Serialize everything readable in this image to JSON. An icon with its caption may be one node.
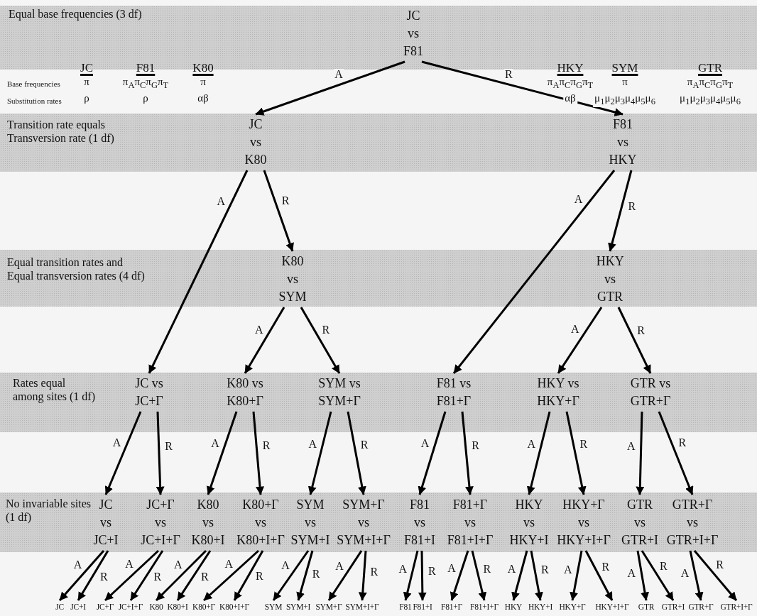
{
  "diagram": {
    "nodes": [
      {
        "text": [
          "Equal base frequencies (3 df)"
        ]
      },
      {
        "text": [
          "JC vs F81"
        ],
        "in": 0
      },
      {
        "text": [
          "Transition rate equals Transversion rate (1 df)"
        ]
      },
      {
        "text": [
          "JC vs K80"
        ],
        "in": 2
      },
      {
        "text": [
          "F81 vs HKY"
        ],
        "in": 2
      },
      {
        "text": [
          "Equal transition rates and Equal transversion rates (4 df)"
        ]
      },
      {
        "text": [
          "K80 vs SYM"
        ],
        "in": 5
      },
      {
        "text": [
          "HKY vs GTR"
        ],
        "in": 5
      },
      {
        "text": [
          "Rates equal among sites (1 df)"
        ]
      },
      {
        "text": [
          "JC vs JC+Γ"
        ],
        "in": 8
      },
      {
        "text": [
          "K80 vs K80+Γ"
        ],
        "in": 8
      },
      {
        "text": [
          "SYM vs SYM+Γ"
        ],
        "in": 8
      },
      {
        "text": [
          "F81 vs F81+Γ"
        ],
        "in": 8
      },
      {
        "text": [
          "HKY vs HKY+Γ"
        ],
        "in": 8
      },
      {
        "text": [
          "GTR vs GTR+Γ"
        ],
        "in": 8
      },
      {
        "text": [
          "No invariable sites (1 df)"
        ]
      },
      {
        "text": [
          "JC vs JC+I"
        ],
        "in": 15
      },
      {
        "text": [
          "JC+Γ vs JC+I+Γ"
        ],
        "in": 15
      },
      {
        "text": [
          "K80 vs K80+I"
        ],
        "in": 15
      },
      {
        "text": [
          "K80+Γ vs K80+I+Γ"
        ],
        "in": 15
      },
      {
        "text": [
          "SYM vs SYM+I"
        ],
        "in": 15
      },
      {
        "text": [
          "SYM+Γ vs SYM+I+Γ"
        ],
        "in": 15
      },
      {
        "text": [
          "F81 vs F81+I"
        ],
        "in": 15
      },
      {
        "text": [
          "F81+Γ vs F81+I+Γ"
        ],
        "in": 15
      },
      {
        "text": [
          "HKY vs HKY+I"
        ],
        "in": 15
      },
      {
        "text": [
          "HKY+Γ vs HKY+I+Γ"
        ],
        "in": 15
      },
      {
        "text": [
          "GTR vs GTR+I"
        ],
        "in": 15
      },
      {
        "text": [
          "GTR+Γ vs GTR+I+Γ"
        ],
        "in": 15
      },
      {
        "text": [
          "JC"
        ]
      },
      {
        "text": [
          "JC+I"
        ]
      },
      {
        "text": [
          "JC+Γ"
        ]
      },
      {
        "text": [
          "JC+I+Γ"
        ]
      },
      {
        "text": [
          "K80"
        ]
      },
      {
        "text": [
          "K80+I"
        ]
      },
      {
        "text": [
          "K80+Γ"
        ]
      },
      {
        "text": [
          "K80+I+Γ"
        ]
      },
      {
        "text": [
          "SYM"
        ]
      },
      {
        "text": [
          "SYM+I"
        ]
      },
      {
        "text": [
          "SYM+Γ"
        ]
      },
      {
        "text": [
          "SYM+I+Γ"
        ]
      },
      {
        "text": [
          "F81"
        ]
      },
      {
        "text": [
          "F81+I"
        ]
      },
      {
        "text": [
          "F81+Γ"
        ]
      },
      {
        "text": [
          "F81+I+Γ"
        ]
      },
      {
        "text": [
          "HKY"
        ]
      },
      {
        "text": [
          "HKY+I"
        ]
      },
      {
        "text": [
          "HKY+Γ"
        ]
      },
      {
        "text": [
          "HKY+I+Γ"
        ]
      },
      {
        "text": [
          "GTR"
        ]
      },
      {
        "text": [
          "GTR+I"
        ]
      },
      {
        "text": [
          "GTR+Γ"
        ]
      },
      {
        "text": [
          "GTR+I+Γ"
        ]
      }
    ],
    "edges": [
      {
        "from": 1,
        "to": 3,
        "arrow": "to",
        "label": "A"
      },
      {
        "from": 1,
        "to": 4,
        "arrow": "to",
        "label": "R"
      },
      {
        "from": 3,
        "to": 9,
        "arrow": "to",
        "label": "A"
      },
      {
        "from": 3,
        "to": 6,
        "arrow": "to",
        "label": "R"
      },
      {
        "from": 4,
        "to": 12,
        "arrow": "to",
        "label": "A"
      },
      {
        "from": 4,
        "to": 7,
        "arrow": "to",
        "label": "R"
      },
      {
        "from": 6,
        "to": 10,
        "arrow": "to",
        "label": "A"
      },
      {
        "from": 6,
        "to": 11,
        "arrow": "to",
        "label": "R"
      },
      {
        "from": 7,
        "to": 13,
        "arrow": "to",
        "label": "A"
      },
      {
        "from": 7,
        "to": 14,
        "arrow": "to",
        "label": "R"
      },
      {
        "from": 9,
        "to": 16,
        "arrow": "to",
        "label": "A"
      },
      {
        "from": 9,
        "to": 17,
        "arrow": "to",
        "label": "R"
      },
      {
        "from": 10,
        "to": 18,
        "arrow": "to",
        "label": "A"
      },
      {
        "from": 10,
        "to": 19,
        "arrow": "to",
        "label": "R"
      },
      {
        "from": 11,
        "to": 20,
        "arrow": "to",
        "label": "A"
      },
      {
        "from": 11,
        "to": 21,
        "arrow": "to",
        "label": "R"
      },
      {
        "from": 12,
        "to": 22,
        "arrow": "to",
        "label": "A"
      },
      {
        "from": 12,
        "to": 23,
        "arrow": "to",
        "label": "R"
      },
      {
        "from": 13,
        "to": 24,
        "arrow": "to",
        "label": "A"
      },
      {
        "from": 13,
        "to": 25,
        "arrow": "to",
        "label": "R"
      },
      {
        "from": 14,
        "to": 26,
        "arrow": "to",
        "label": "A"
      },
      {
        "from": 14,
        "to": 27,
        "arrow": "to",
        "label": "R"
      },
      {
        "from": 16,
        "to": 28,
        "arrow": "to",
        "label": "A"
      },
      {
        "from": 16,
        "to": 29,
        "arrow": "to",
        "label": "R"
      },
      {
        "from": 17,
        "to": 30,
        "arrow": "to",
        "label": "A"
      },
      {
        "from": 17,
        "to": 31,
        "arrow": "to",
        "label": "R"
      },
      {
        "from": 18,
        "to": 32,
        "arrow": "to",
        "label": "A"
      },
      {
        "from": 18,
        "to": 33,
        "arrow": "to",
        "label": "R"
      },
      {
        "from": 19,
        "to": 34,
        "arrow": "to",
        "label": "A"
      },
      {
        "from": 19,
        "to": 35,
        "arrow": "to",
        "label": "R"
      },
      {
        "from": 20,
        "to": 36,
        "arrow": "to",
        "label": "A"
      },
      {
        "from": 20,
        "to": 37,
        "arrow": "to",
        "label": "R"
      },
      {
        "from": 21,
        "to": 38,
        "arrow": "to",
        "label": "A"
      },
      {
        "from": 21,
        "to": 39,
        "arrow": "to",
        "label": "R"
      },
      {
        "from": 22,
        "to": 40,
        "arrow": "to",
        "label": "A"
      },
      {
        "from": 22,
        "to": 41,
        "arrow": "to",
        "label": "R"
      },
      {
        "from": 23,
        "to": 42,
        "arrow": "to",
        "label": "A"
      },
      {
        "from": 23,
        "to": 43,
        "arrow": "to",
        "label": "R"
      },
      {
        "from": 24,
        "to": 44,
        "arrow": "to",
        "label": "A"
      },
      {
        "from": 24,
        "to": 45,
        "arrow": "to",
        "label": "R"
      },
      {
        "from": 25,
        "to": 46,
        "arrow": "to",
        "label": "A"
      },
      {
        "from": 25,
        "to": 47,
        "arrow": "to",
        "label": "R"
      },
      {
        "from": 26,
        "to": 48,
        "arrow": "to",
        "label": "A"
      },
      {
        "from": 26,
        "to": 49,
        "arrow": "to",
        "label": "R"
      },
      {
        "from": 27,
        "to": 50,
        "arrow": "to",
        "label": "A"
      },
      {
        "from": 27,
        "to": 51,
        "arrow": "to",
        "label": "R"
      }
    ],
    "labels": [
      "JC",
      "F81",
      "K80",
      "HKY",
      "SYM",
      "GTR",
      "Base frequencies",
      "π",
      "π$_{A}$π$_{C}$π$_{G}$π$_{T}$",
      "π",
      "π$_{A}$π$_{C}$π$_{G}$π$_{T}$",
      "π",
      "π$_{A}$π$_{C}$π$_{G}$π$_{T}$",
      "Substitution rates",
      "ρ",
      "ρ",
      "αβ",
      "αβ",
      "μ$_{1}$μ$_{2}$μ$_{3}$μ$_{4}$μ$_{5}$μ$_{6}$",
      "μ$_{1}$μ$_{2}$μ$_{3}$μ$_{4}$μ$_{5}$μ$_{6}$"
    ]
  }
}
